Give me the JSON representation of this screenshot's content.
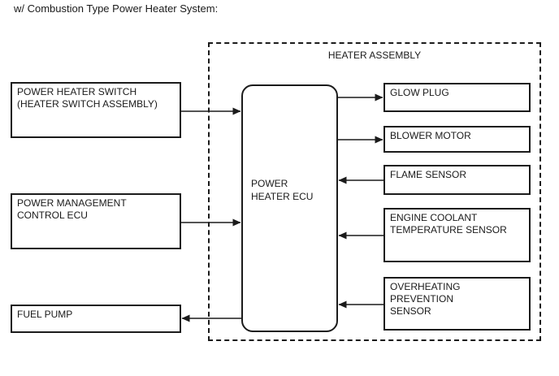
{
  "title": "w/ Combustion Type Power Heater System:",
  "diagram": {
    "assembly": {
      "label": "HEATER ASSEMBLY"
    },
    "ecu": {
      "label": "POWER\nHEATER ECU"
    },
    "left_nodes": [
      {
        "label": "POWER HEATER SWITCH\n(HEATER SWITCH ASSEMBLY)",
        "arrow_direction": "to-ecu"
      },
      {
        "label": "POWER MANAGEMENT\nCONTROL ECU",
        "arrow_direction": "to-ecu"
      },
      {
        "label": "FUEL PUMP",
        "arrow_direction": "from-ecu"
      }
    ],
    "assembly_nodes": [
      {
        "label": "GLOW PLUG",
        "arrow_direction": "from-ecu"
      },
      {
        "label": "BLOWER MOTOR",
        "arrow_direction": "from-ecu"
      },
      {
        "label": "FLAME SENSOR",
        "arrow_direction": "to-ecu"
      },
      {
        "label": "ENGINE COOLANT\nTEMPERATURE SENSOR",
        "arrow_direction": "to-ecu"
      },
      {
        "label": "OVERHEATING PREVENTION\nSENSOR",
        "arrow_direction": "to-ecu"
      }
    ],
    "colors": {
      "line": "#1b1b1b",
      "background": "#ffffff",
      "text": "#1a1a1a"
    }
  }
}
